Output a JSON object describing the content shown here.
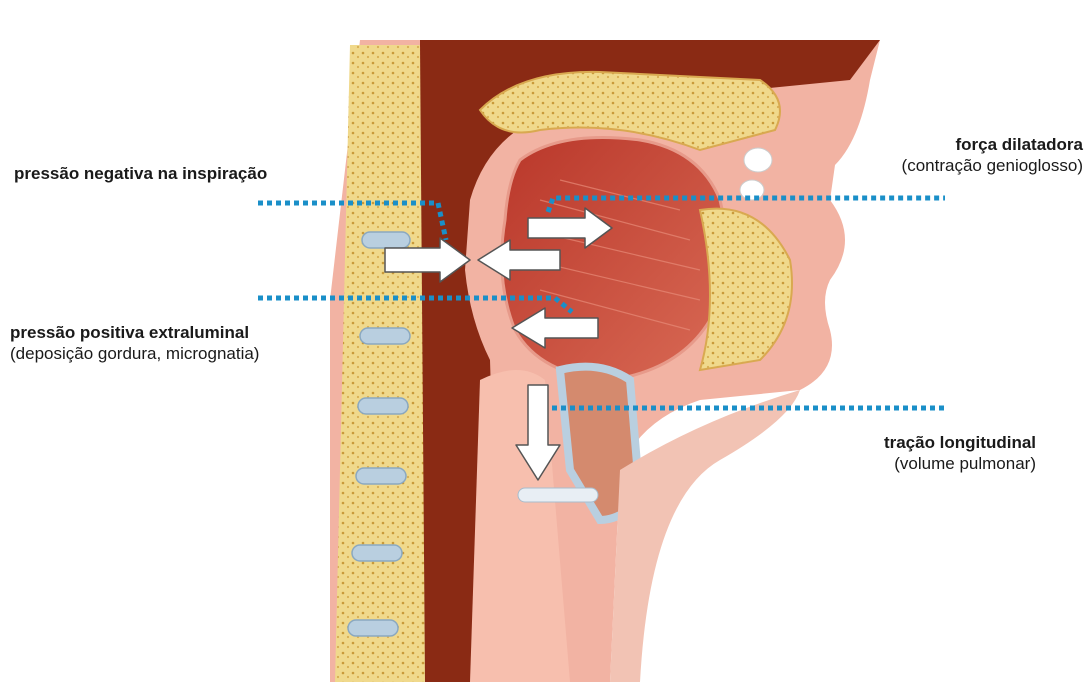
{
  "labels": {
    "negative_pressure": "pressão negativa na inspiração",
    "positive_pressure_title": "pressão positiva extraluminal",
    "positive_pressure_detail": "(deposição gordura, micrognatia)",
    "dilator_force_title": "força dilatadora",
    "dilator_force_detail": "(contração genioglosso)",
    "longitudinal_traction_title": "tração longitudinal",
    "longitudinal_traction_detail": "(volume pulmonar)"
  },
  "colors": {
    "dotted_line": "#1a8fc8",
    "arrow_fill": "#ffffff",
    "arrow_stroke": "#555555",
    "airway_dark": "#8a2a14",
    "muscle": "#c0483a",
    "bone": "#f0d98c",
    "cartilage": "#b9cfe0",
    "skin": "#f2b3a3"
  }
}
